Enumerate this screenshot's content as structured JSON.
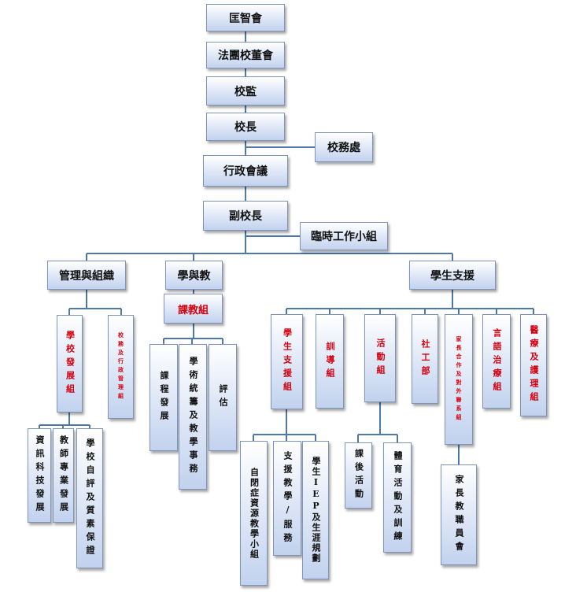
{
  "chart": {
    "title": "",
    "nodes": {
      "n1": "匡智會",
      "n2": "法團校董會",
      "n3": "校監",
      "n4": "校長",
      "n5": "校務處",
      "n6": "行政會議",
      "n7": "副校長",
      "n8": "臨時工作小組",
      "n9": "管理與組織",
      "n10": "學與教",
      "n11": "學生支援",
      "n12": "學校發展組",
      "n13": "校務及行政管理組",
      "n14": "資訊科技發展",
      "n15": "教師專業發展",
      "n16": "學校自評及質素保證",
      "n17": "課教組",
      "n18": "課程發展",
      "n19": "學術統籌及教學事務",
      "n20": "評估",
      "n21": "學生支援組",
      "n22": "訓導組",
      "n23": "活動組",
      "n24": "社工部",
      "n25": "家長合作及對外聯系組",
      "n26": "言語治療組",
      "n27": "醫療及護理組",
      "n28": "自閉症資源教學小組",
      "n29": "支援教學/服務",
      "n30": "學生IEP及生涯規劃",
      "n31": "課後活動",
      "n32": "體育活動及訓練",
      "n33": "家長教職員會"
    },
    "colors": {
      "line": "#4d78a8",
      "red_text": "#d4000f",
      "box_border": "#7f94bb"
    }
  }
}
